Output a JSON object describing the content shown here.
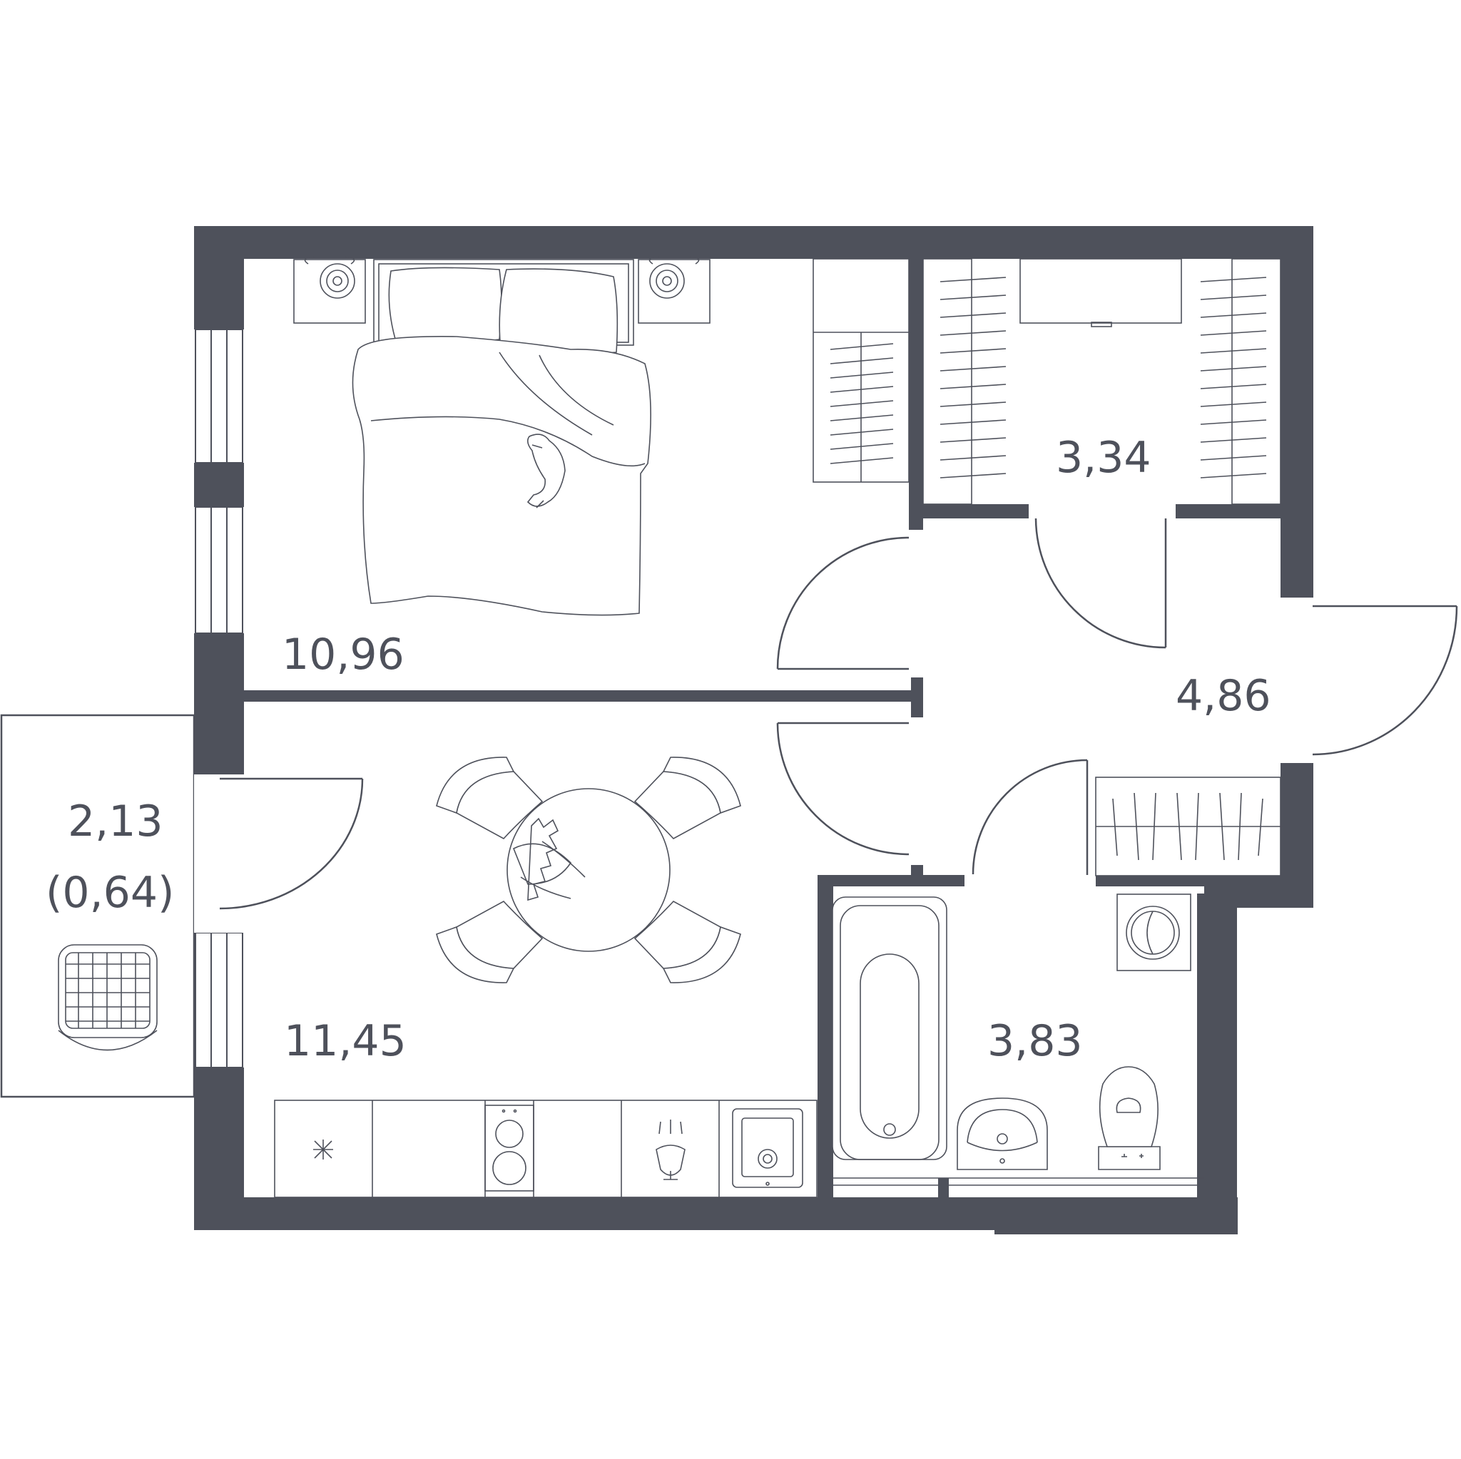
{
  "floor_plan": {
    "rooms": {
      "bedroom": {
        "area": "10,96"
      },
      "kitchen_living": {
        "area": "11,45"
      },
      "wardrobe": {
        "area": "3,34"
      },
      "hallway": {
        "area": "4,86"
      },
      "bathroom": {
        "area": "3,83"
      },
      "balcony": {
        "area": "2,13",
        "reduced_area": "(0,64)"
      }
    }
  }
}
